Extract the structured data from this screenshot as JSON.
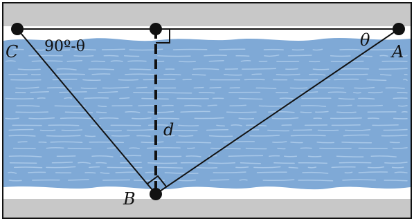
{
  "diagram": {
    "labels": {
      "point_c": "C",
      "point_a": "A",
      "point_b": "B",
      "angle_c": "90º-θ",
      "angle_a": "θ",
      "distance": "d"
    },
    "colors": {
      "frame": "#111111",
      "bank": "#c8c8c8",
      "foam": "#ffffff",
      "water": "#7fa9d6",
      "water_dark": "#6b98c9",
      "streak": "#a9c8e8",
      "line": "#111111"
    }
  }
}
